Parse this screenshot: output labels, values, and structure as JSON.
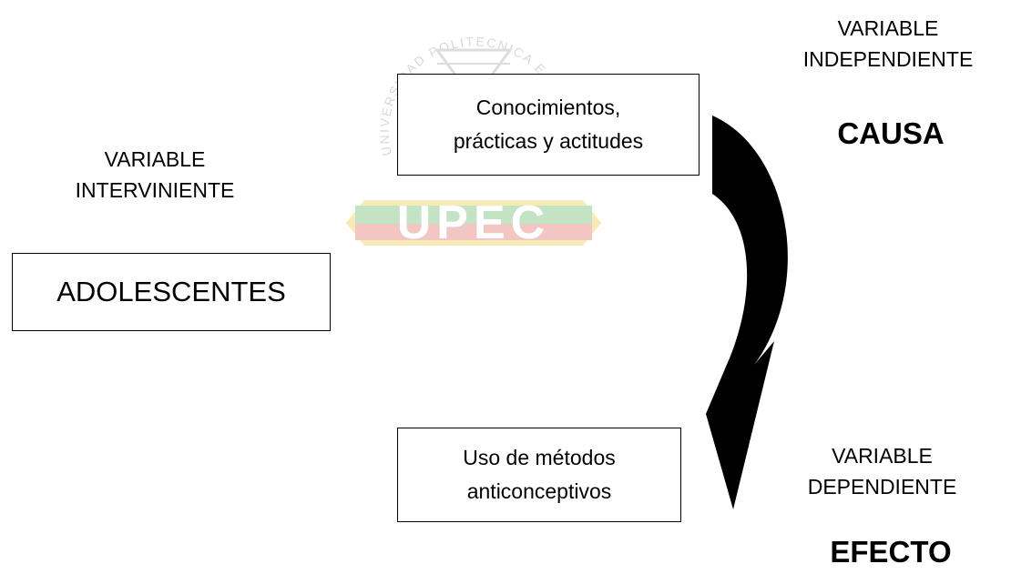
{
  "watermark": {
    "seal_text": "UNIVERSIDAD POLITECNICA ESTATAL",
    "logo_text": "UPEC",
    "colors": {
      "gold": "#e2b800",
      "green": "#2f9e2f",
      "red": "#d43a2a",
      "seal": "#9a9a9a"
    }
  },
  "independent": {
    "label_line1": "VARIABLE",
    "label_line2": "INDEPENDIENTE",
    "word": "CAUSA",
    "box_line1": "Conocimientos,",
    "box_line2": "prácticas y actitudes"
  },
  "intervening": {
    "label_line1": "VARIABLE",
    "label_line2": "INTERVINIENTE",
    "box": "ADOLESCENTES"
  },
  "dependent": {
    "label_line1": "VARIABLE",
    "label_line2": "DEPENDIENTE",
    "word": "EFECTO",
    "box_line1": "Uso de métodos",
    "box_line2": "anticonceptivos"
  },
  "arrow": {
    "color": "#000000",
    "direction": "curved-down-left"
  }
}
